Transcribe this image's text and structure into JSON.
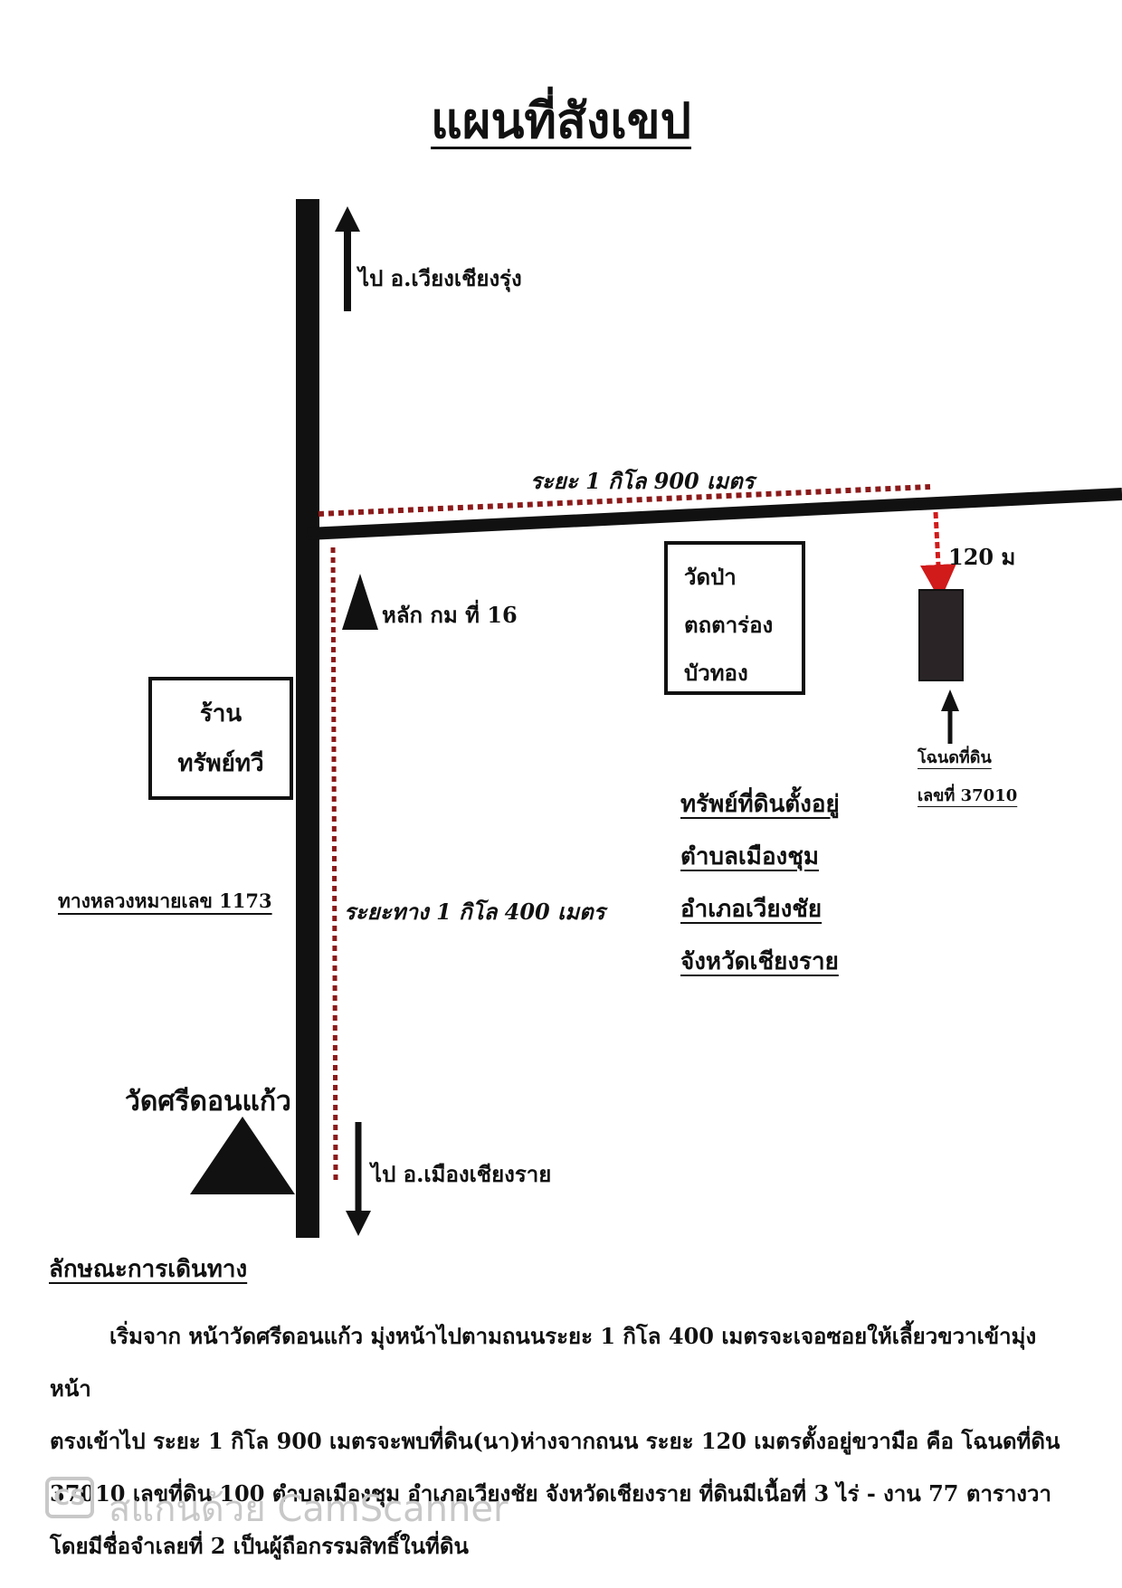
{
  "title": "แผนที่สังเขป",
  "map": {
    "north_label": "ไป อ.เวียงเชียงรุ่ง",
    "south_label": "ไป อ.เมืองเชียงราย",
    "highway_label": "ทางหลวงหมายเลข 1173",
    "east_distance_label": "ระยะ 1 กิโล 900 เมตร",
    "south_distance_label": "ระยะทาง 1 กิโล 400 เมตร",
    "offroad_distance_label": "120 ม",
    "km_marker_label": "หลัก กม ที่ 16",
    "shop": {
      "line1": "ร้าน",
      "line2": "ทรัพย์ทวี"
    },
    "temple_north": {
      "line1": "วัดป่า",
      "line2": "ตถตาร่อง",
      "line3": "บัวทอง"
    },
    "temple_south": "วัดศรีดอนแก้ว",
    "land_title": {
      "line1": "โฉนดที่ดิน",
      "line2": "เลขที่ 37010"
    },
    "location": {
      "line1": "ทรัพย์ที่ดินตั้งอยู่",
      "line2": "ตำบลเมืองชุม",
      "line3": "อำเภอเวียงชัย",
      "line4": "จังหวัดเชียงราย"
    },
    "colors": {
      "road": "#111111",
      "route": "#8b1a1a",
      "arrow_red": "#d11a1a"
    },
    "icons": [
      "arrow-up-icon",
      "arrow-down-icon",
      "triangle-marker-icon",
      "land-plot-icon"
    ]
  },
  "directions": {
    "heading": "ลักษณะการเดินทาง",
    "line1": "เริ่มจาก หน้าวัดศรีดอนแก้ว มุ่งหน้าไปตามถนนระยะ 1 กิโล 400 เมตรจะเจอซอยให้เลี้ยวขวาเข้ามุ่งหน้า",
    "line2": "ตรงเข้าไป ระยะ 1 กิโล 900 เมตรจะพบที่ดิน(นา)ห่างจากถนน ระยะ 120 เมตรตั้งอยู่ขวามือ คือ โฉนดที่ดิน",
    "line3": "37010 เลขที่ดิน 100 ตำบลเมืองชุม อำเภอเวียงชัย จังหวัดเชียงราย ที่ดินมีเนื้อที่ 3 ไร่ - งาน 77 ตารางวา",
    "line4": "โดยมีชื่อจำเลยที่ 2 เป็นผู้ถือกรรมสิทธิ์ในที่ดิน"
  },
  "watermark": {
    "logo": "CS",
    "text": "สแกนด้วย CamScanner"
  }
}
